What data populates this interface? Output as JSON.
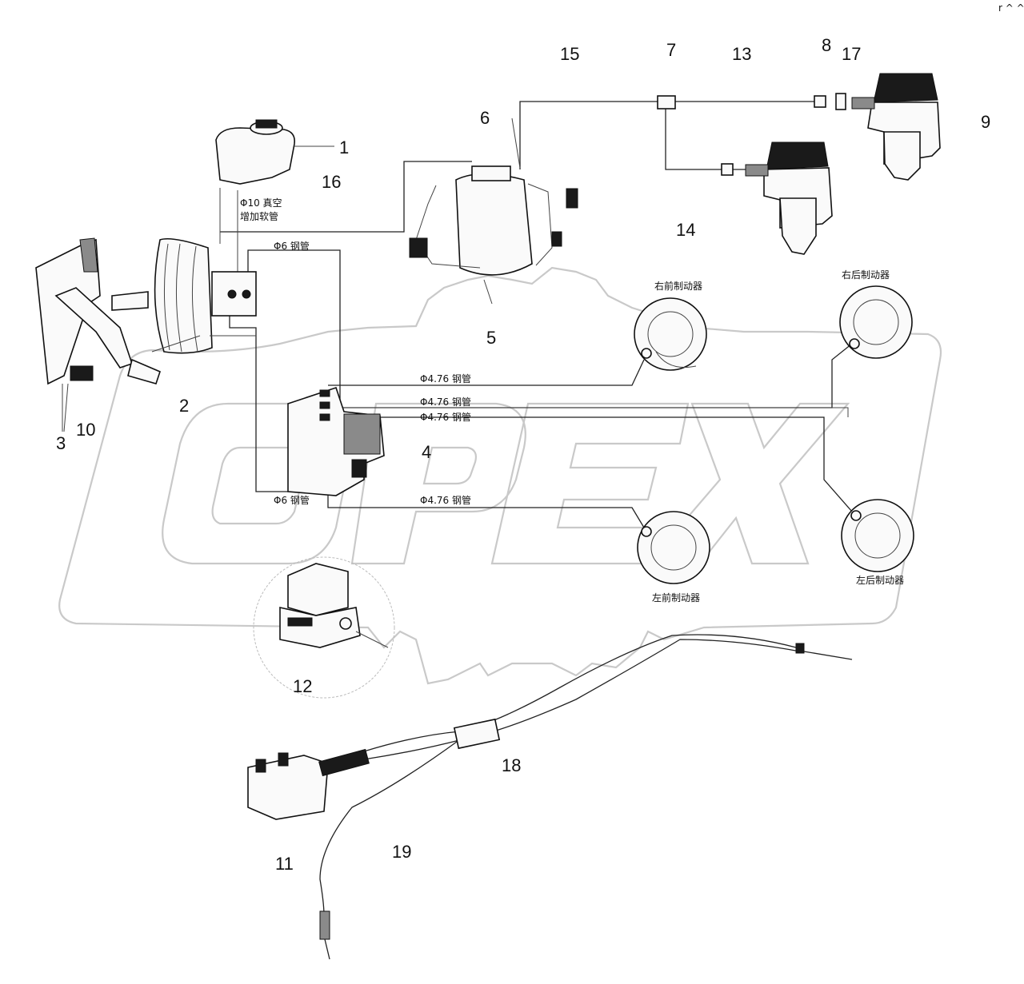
{
  "watermark": "OPEX",
  "corner_mark": "r ^ ^ ^",
  "parts": [
    {
      "id": "p1",
      "number": "1"
    },
    {
      "id": "p2",
      "number": "2"
    },
    {
      "id": "p3",
      "number": "3"
    },
    {
      "id": "p4",
      "number": "4"
    },
    {
      "id": "p5",
      "number": "5"
    },
    {
      "id": "p6",
      "number": "6"
    },
    {
      "id": "p7",
      "number": "7"
    },
    {
      "id": "p8",
      "number": "8"
    },
    {
      "id": "p9",
      "number": "9"
    },
    {
      "id": "p10",
      "number": "10"
    },
    {
      "id": "p11",
      "number": "11"
    },
    {
      "id": "p12",
      "number": "12"
    },
    {
      "id": "p13",
      "number": "13"
    },
    {
      "id": "p14",
      "number": "14"
    },
    {
      "id": "p15",
      "number": "15"
    },
    {
      "id": "p16",
      "number": "16"
    },
    {
      "id": "p17",
      "number": "17"
    },
    {
      "id": "p18",
      "number": "18"
    },
    {
      "id": "p19",
      "number": "19"
    }
  ],
  "pipe_labels": {
    "vacuum_hose_1": "Φ10 真空",
    "vacuum_hose_2": "增加软管",
    "pipe_6_top": "Φ6 钢管",
    "pipe_6_bottom": "Φ6 钢管",
    "pipe_476_a": "Φ4.76 钢管",
    "pipe_476_b": "Φ4.76 钢管",
    "pipe_476_c": "Φ4.76 钢管",
    "pipe_476_d": "Φ4.76 钢管"
  },
  "brake_labels": {
    "front_right": "右前制动器",
    "rear_right": "右后制动器",
    "front_left": "左前制动器",
    "rear_left": "左后制动器"
  }
}
